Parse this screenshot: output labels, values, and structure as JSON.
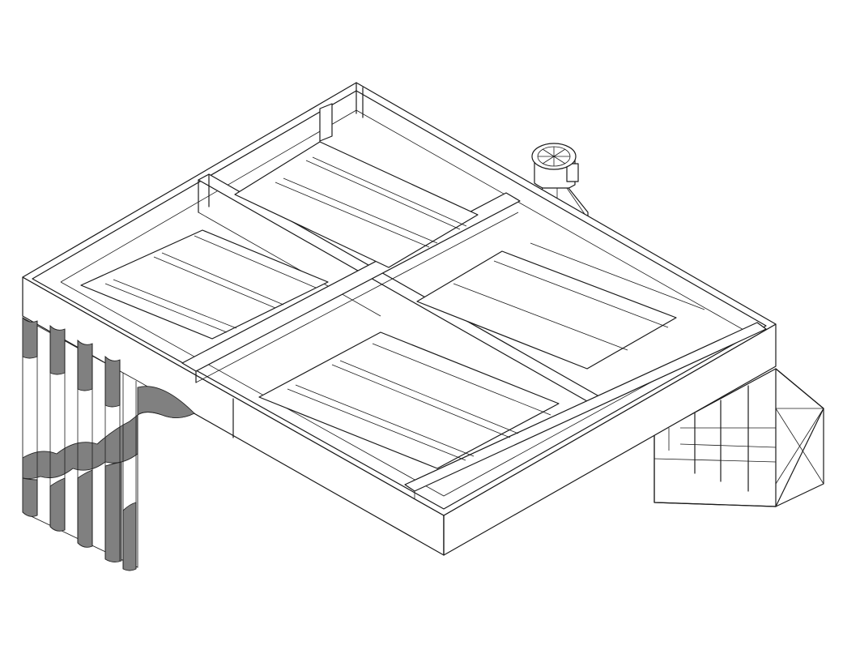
{
  "title": "",
  "drawing": {
    "style": "isometric line drawing",
    "line_color": "#1a1a1a",
    "background_color": "#ffffff",
    "curtain_shade_color": "#808080"
  },
  "components": {
    "roof_panels": 4,
    "exhaust_fan": "fan-icon",
    "side_curtain": "curtain",
    "rear_duct": "duct"
  }
}
